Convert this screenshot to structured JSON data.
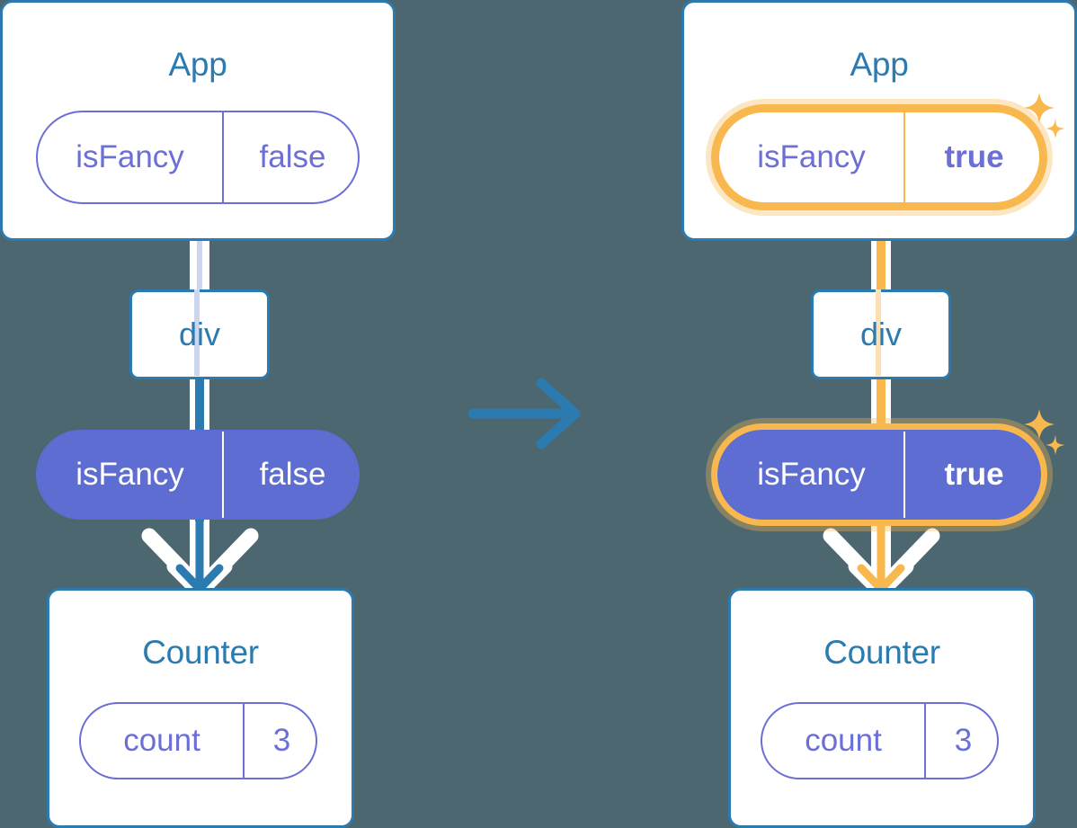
{
  "background_color": "#4d6770",
  "palette": {
    "box_border": "#2b7bb0",
    "title_text": "#2b7bb0",
    "pill_outline": "#6b6fd6",
    "pill_filled": "#5d6dd1",
    "highlight": "#f8b84e",
    "highlight_soft": "#fae0b4",
    "wire_blue": "#2b7bb0",
    "wire_light": "#ccd6f0",
    "white": "#ffffff"
  },
  "transition": {
    "icon": "arrow-right-icon",
    "color": "#2b7bb0"
  },
  "before": {
    "app": {
      "title": "App",
      "state": {
        "key": "isFancy",
        "value": "false",
        "highlighted": false,
        "bold_value": false
      }
    },
    "dom": {
      "label": "div",
      "prop": {
        "key": "isFancy",
        "value": "false",
        "highlighted": false,
        "bold_value": false
      }
    },
    "counter": {
      "title": "Counter",
      "state": {
        "key": "count",
        "value": "3",
        "highlighted": false,
        "bold_value": false
      }
    }
  },
  "after": {
    "app": {
      "title": "App",
      "state": {
        "key": "isFancy",
        "value": "true",
        "highlighted": true,
        "bold_value": true
      },
      "sparkles": [
        "sparkle-large-icon",
        "sparkle-small-icon"
      ]
    },
    "dom": {
      "label": "div",
      "prop": {
        "key": "isFancy",
        "value": "true",
        "highlighted": true,
        "bold_value": true
      },
      "sparkles": [
        "sparkle-large-icon",
        "sparkle-small-icon"
      ]
    },
    "counter": {
      "title": "Counter",
      "state": {
        "key": "count",
        "value": "3",
        "highlighted": false,
        "bold_value": false
      }
    }
  }
}
